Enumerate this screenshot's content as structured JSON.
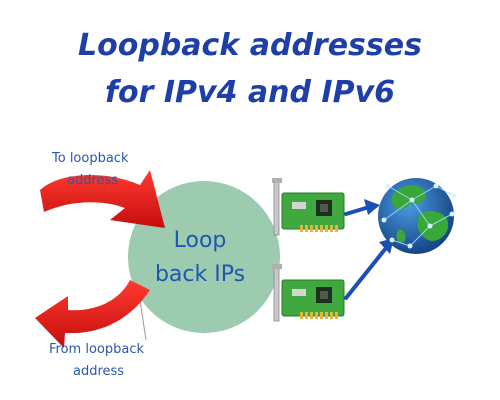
{
  "title": {
    "line1": "Loopback addresses",
    "line2": "for IPv4 and IPv6"
  },
  "labels": {
    "to_line1": "To loopback",
    "to_line2": "address",
    "from_line1": "From loopback",
    "from_line2": "address",
    "center_line1": "Loop",
    "center_line2": "back IPs"
  },
  "colors": {
    "title": "#1f3fa8",
    "label_text": "#2b58a8",
    "circle_fill": "#9ccbaf",
    "red_arrow": "#ef1a1a",
    "blue_arrow": "#1a4fb5",
    "nic_board": "#3fa83f",
    "globe_ocean": "#1f6fb8",
    "globe_land": "#3aa73a"
  },
  "icons": {
    "network_card_top": "network-card-icon",
    "network_card_bottom": "network-card-icon",
    "globe": "globe-network-icon"
  }
}
